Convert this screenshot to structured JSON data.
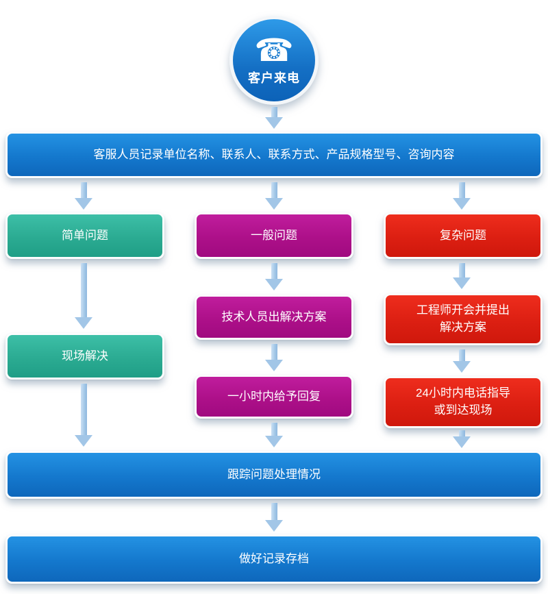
{
  "flow": {
    "start": "客户来电",
    "record": "客服人员记录单位名称、联系人、联系方式、产品规格型号、咨询内容",
    "simple": "简单问题",
    "general": "一般问题",
    "complex": "复杂问题",
    "onsite": "现场解决",
    "tech": "技术人员出解决方案",
    "reply": "一小时内给予回复",
    "engineer": "工程师开会并提出\n解决方案",
    "guide": "24小时内电话指导\n或到达现场",
    "track": "跟踪问题处理情况",
    "archive": "做好记录存档"
  },
  "icons": {
    "phone": "☎"
  },
  "colors": {
    "blue": "#1478cd",
    "teal": "#2bab92",
    "magenta": "#ad1089",
    "red": "#dc1f12",
    "arrow": "#a5c9e8",
    "background": "#ffffff",
    "text": "#ffffff"
  }
}
